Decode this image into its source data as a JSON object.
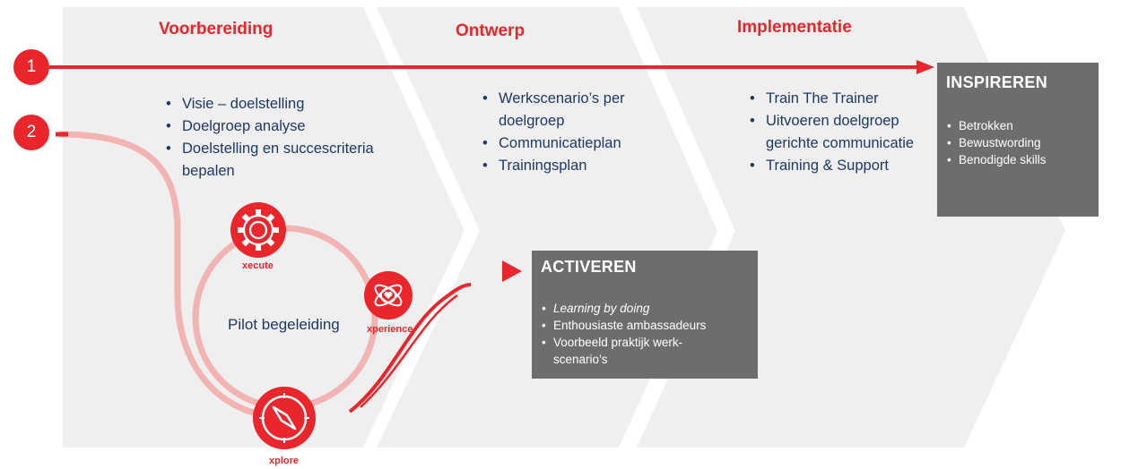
{
  "phases": [
    {
      "title": "Voorbereiding",
      "items": [
        "Visie – doelstelling",
        "Doelgroep analyse",
        "Doelstelling en succescriteria bepalen"
      ]
    },
    {
      "title": "Ontwerp",
      "items": [
        "Werkscenario’s per doelgroep",
        "Communicatieplan",
        "Trainingsplan"
      ]
    },
    {
      "title": "Implementatie",
      "items": [
        "Train The Trainer",
        "Uitvoeren doelgroep gerichte communicatie",
        "Training  & Support"
      ]
    }
  ],
  "paths": [
    {
      "number": "1"
    },
    {
      "number": "2"
    }
  ],
  "inspireren": {
    "title": "INSPIREREN",
    "items": [
      "Betrokken",
      "Bewustwording",
      "Benodigde skills"
    ]
  },
  "activeren": {
    "title": "ACTIVEREN",
    "items": [
      "Learning by doing",
      "Enthousiaste ambassadeurs",
      "Voorbeeld praktijk werk-scenario’s"
    ]
  },
  "cycle": {
    "center_label": "Pilot begeleiding",
    "icons": [
      {
        "label": "xecute",
        "icon": "gear-icon"
      },
      {
        "label": "xperience",
        "icon": "atom-heart-icon"
      },
      {
        "label": "xplore",
        "icon": "compass-icon"
      }
    ]
  },
  "colors": {
    "accent": "#e8262c",
    "chevron": "#efefef",
    "box": "#6d6d6d",
    "text": "#1f3864",
    "loop": "#f2b3b3"
  }
}
